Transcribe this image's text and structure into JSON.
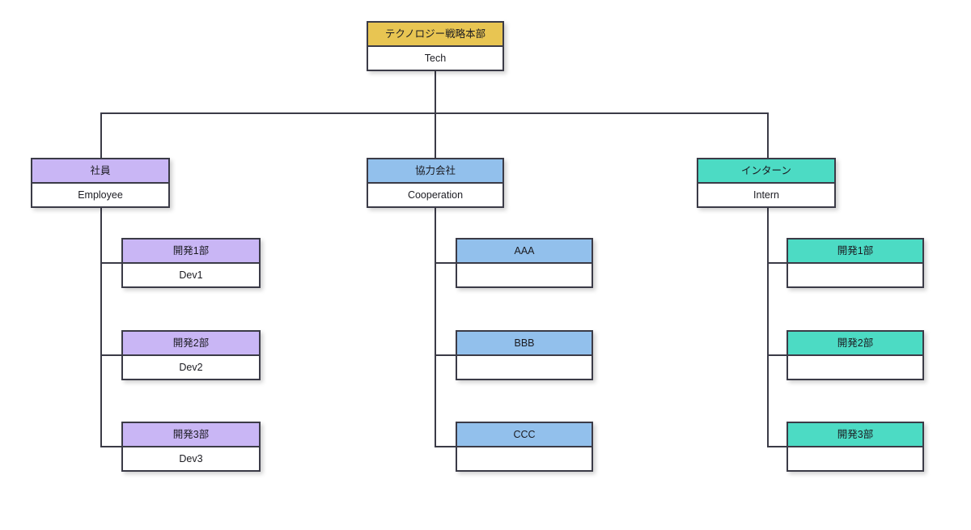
{
  "diagram": {
    "type": "org-chart",
    "background": "#ffffff",
    "border_color": "#3b3b47",
    "palette": {
      "tech": "#E8C552",
      "employee": "#C9B6F5",
      "cooperation": "#92C0EC",
      "intern": "#4CDBC4"
    },
    "root": {
      "id": "tech",
      "title": "テクノロジー戦略本部",
      "subtitle": "Tech",
      "color": "#E8C552"
    },
    "branches": [
      {
        "id": "employee",
        "title": "社員",
        "subtitle": "Employee",
        "color": "#C9B6F5",
        "children": [
          {
            "id": "dev1-emp",
            "title": "開発1部",
            "subtitle": "Dev1",
            "color": "#C9B6F5"
          },
          {
            "id": "dev2-emp",
            "title": "開発2部",
            "subtitle": "Dev2",
            "color": "#C9B6F5"
          },
          {
            "id": "dev3-emp",
            "title": "開発3部",
            "subtitle": "Dev3",
            "color": "#C9B6F5"
          }
        ]
      },
      {
        "id": "cooperation",
        "title": "協力会社",
        "subtitle": "Cooperation",
        "color": "#92C0EC",
        "children": [
          {
            "id": "aaa",
            "title": "AAA",
            "subtitle": "",
            "color": "#92C0EC"
          },
          {
            "id": "bbb",
            "title": "BBB",
            "subtitle": "",
            "color": "#92C0EC"
          },
          {
            "id": "ccc",
            "title": "CCC",
            "subtitle": "",
            "color": "#92C0EC"
          }
        ]
      },
      {
        "id": "intern",
        "title": "インターン",
        "subtitle": "Intern",
        "color": "#4CDBC4",
        "children": [
          {
            "id": "dev1-int",
            "title": "開発1部",
            "subtitle": "",
            "color": "#4CDBC4"
          },
          {
            "id": "dev2-int",
            "title": "開発2部",
            "subtitle": "",
            "color": "#4CDBC4"
          },
          {
            "id": "dev3-int",
            "title": "開発3部",
            "subtitle": "",
            "color": "#4CDBC4"
          }
        ]
      }
    ]
  }
}
